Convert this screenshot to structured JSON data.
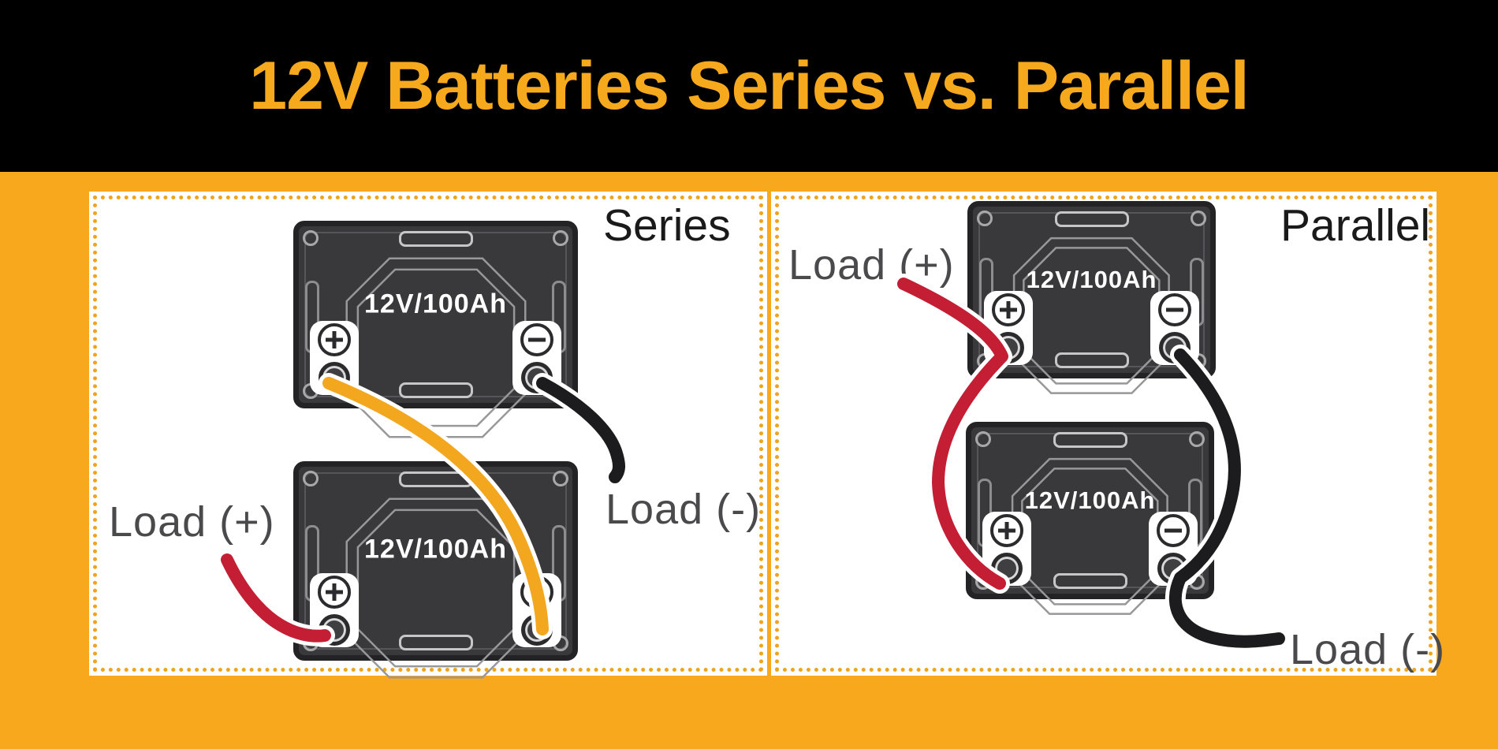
{
  "title": "12V Batteries Series vs. Parallel",
  "colors": {
    "background": "#F7A81C",
    "header_background": "#000000",
    "title_text": "#F6A91D",
    "panel_background": "#FFFFFF",
    "panel_dotted_border": "#F0A31D",
    "battery_body": "#39393B",
    "battery_label_text": "#FFFFFF",
    "heading_text": "#1A1A1A",
    "load_label_text": "#4A4A4C",
    "red_wire": "#C41E35",
    "yellow_wire": "#F2A71E",
    "black_wire": "#1C1C1E"
  },
  "series_panel": {
    "heading": "Series",
    "battery_top_label": "12V/100Ah",
    "battery_bottom_label": "12V/100Ah",
    "load_positive": "Load (+)",
    "load_negative": "Load (-)"
  },
  "parallel_panel": {
    "heading": "Parallel",
    "battery_top_label": "12V/100Ah",
    "battery_bottom_label": "12V/100Ah",
    "load_positive": "Load (+)",
    "load_negative": "Load (-)"
  }
}
